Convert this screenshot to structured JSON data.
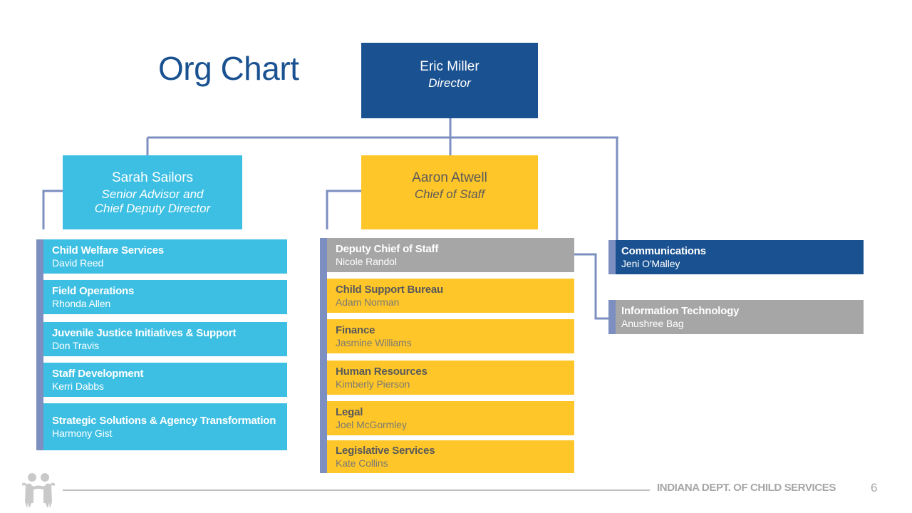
{
  "slide": {
    "title": "Org Chart",
    "colors": {
      "navy": "#1a5291",
      "cyan": "#3dbfe3",
      "yellow": "#ffc629",
      "gray": "#a6a6a6",
      "connector": "#7c8fc0"
    }
  },
  "executives": {
    "director": {
      "name": "Eric Miller",
      "role": "Director"
    },
    "senior_advisor": {
      "name": "Sarah Sailors",
      "role_line1": "Senior Advisor and",
      "role_line2": "Chief Deputy Director"
    },
    "chief_of_staff": {
      "name": "Aaron Atwell",
      "role": "Chief of Staff"
    }
  },
  "columns": {
    "left": {
      "parent": "senior_advisor",
      "units": [
        {
          "title": "Child Welfare Services",
          "person": "David Reed",
          "color": "cyan"
        },
        {
          "title": "Field Operations",
          "person": "Rhonda Allen",
          "color": "cyan"
        },
        {
          "title": "Juvenile Justice Initiatives & Support",
          "person": "Don Travis",
          "color": "cyan"
        },
        {
          "title": "Staff Development",
          "person": "Kerri Dabbs",
          "color": "cyan"
        },
        {
          "title": "Strategic Solutions & Agency Transformation",
          "person": "Harmony Gist",
          "color": "cyan"
        }
      ]
    },
    "middle": {
      "parent": "chief_of_staff",
      "units": [
        {
          "title": "Deputy Chief of Staff",
          "person": "Nicole Randol",
          "color": "gray"
        },
        {
          "title": "Child Support Bureau",
          "person": "Adam Norman",
          "color": "yellow"
        },
        {
          "title": "Finance",
          "person": "Jasmine Williams",
          "color": "yellow"
        },
        {
          "title": "Human Resources",
          "person": "Kimberly Pierson",
          "color": "yellow"
        },
        {
          "title": "Legal",
          "person": "Joel McGormley",
          "color": "yellow"
        },
        {
          "title": "Legislative Services",
          "person": "Kate Collins",
          "color": "yellow"
        }
      ]
    },
    "right": {
      "parent": "director",
      "units": [
        {
          "title": "Communications",
          "person": "Jeni O'Malley",
          "color": "navy"
        },
        {
          "title": "Information Technology",
          "person": "Anushree Bag",
          "color": "gray"
        }
      ]
    }
  },
  "footer": {
    "organization": "INDIANA DEPT. OF CHILD SERVICES",
    "page_number": "6",
    "logo_name": "two-people-logo"
  }
}
